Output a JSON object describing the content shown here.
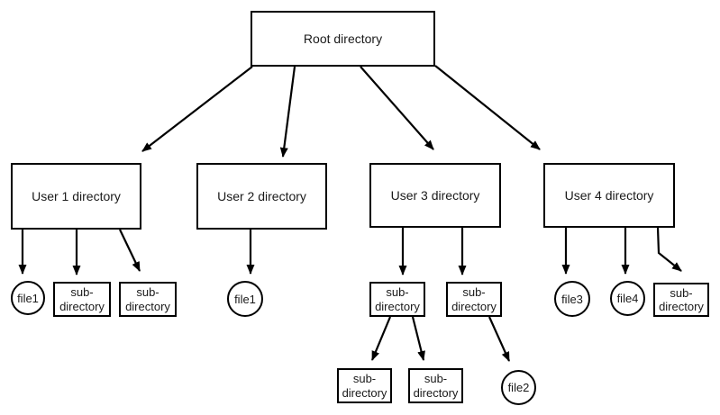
{
  "diagram": {
    "description": "File system directory tree",
    "colors": {
      "stroke": "#000000",
      "node_fill": "#ffffff",
      "background": "#ffffff"
    },
    "nodes": {
      "root": {
        "label": "Root directory",
        "type": "directory"
      },
      "user1": {
        "label": "User 1 directory",
        "type": "directory"
      },
      "user2": {
        "label": "User 2 directory",
        "type": "directory"
      },
      "user3": {
        "label": "User 3 directory",
        "type": "directory"
      },
      "user4": {
        "label": "User 4 directory",
        "type": "directory"
      },
      "u1_file1": {
        "label": "file1",
        "type": "file"
      },
      "u1_sub1": {
        "label": "sub-\ndirectory",
        "type": "directory"
      },
      "u1_sub2": {
        "label": "sub-\ndirectory",
        "type": "directory"
      },
      "u2_file1": {
        "label": "file1",
        "type": "file"
      },
      "u3_sub1": {
        "label": "sub-\ndirectory",
        "type": "directory"
      },
      "u3_sub2": {
        "label": "sub-\ndirectory",
        "type": "directory"
      },
      "u4_file3": {
        "label": "file3",
        "type": "file"
      },
      "u4_file4": {
        "label": "file4",
        "type": "file"
      },
      "u4_sub": {
        "label": "sub-\ndirectory",
        "type": "directory"
      },
      "u3s1_sub1": {
        "label": "sub-\ndirectory",
        "type": "directory"
      },
      "u3s1_sub2": {
        "label": "sub-\ndirectory",
        "type": "directory"
      },
      "u3s2_file2": {
        "label": "file2",
        "type": "file"
      }
    },
    "edges": [
      {
        "from": "root",
        "to": "user1"
      },
      {
        "from": "root",
        "to": "user2"
      },
      {
        "from": "root",
        "to": "user3"
      },
      {
        "from": "root",
        "to": "user4"
      },
      {
        "from": "user1",
        "to": "u1_file1"
      },
      {
        "from": "user1",
        "to": "u1_sub1"
      },
      {
        "from": "user1",
        "to": "u1_sub2"
      },
      {
        "from": "user2",
        "to": "u2_file1"
      },
      {
        "from": "user3",
        "to": "u3_sub1"
      },
      {
        "from": "user3",
        "to": "u3_sub2"
      },
      {
        "from": "user4",
        "to": "u4_file3"
      },
      {
        "from": "user4",
        "to": "u4_file4"
      },
      {
        "from": "user4",
        "to": "u4_sub"
      },
      {
        "from": "u3_sub1",
        "to": "u3s1_sub1"
      },
      {
        "from": "u3_sub1",
        "to": "u3s1_sub2"
      },
      {
        "from": "u3_sub2",
        "to": "u3s2_file2"
      }
    ]
  }
}
